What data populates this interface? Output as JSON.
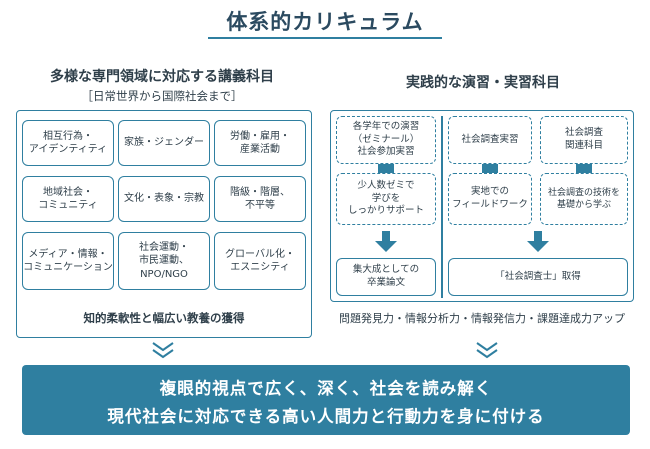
{
  "title": "体系的カリキュラム",
  "left": {
    "heading": "多様な専門領域に対応する講義科目",
    "subheading": "［日常世界から国際社会まで］",
    "cells": [
      "相互行為・\nアイデンティティ",
      "家族・ジェンダー",
      "労働・雇用・\n産業活動",
      "地域社会・\nコミュニティ",
      "文化・表象・宗教",
      "階級・階層、\n不平等",
      "メディア・情報・\nコミュニケーション",
      "社会運動・\n市民運動、\nNPO/NGO",
      "グローバル化・\nエスニシティ"
    ],
    "footer": "知的柔軟性と幅広い教養の獲得"
  },
  "right": {
    "heading": "実践的な演習・実習科目",
    "boxes": {
      "seminar_all": "各学年での演習\n（ゼミナール）\n社会参加実習",
      "small_seminar": "少人数ゼミで\n学びを\nしっかりサポート",
      "thesis": "集大成としての\n卒業論文",
      "survey_practice": "社会調査実習",
      "survey_related": "社会調査\n関連科目",
      "fieldwork": "実地での\nフィールドワーク",
      "survey_skills": "社会調査の技術を\n基礎から学ぶ",
      "certification": "「社会調査士」取得"
    },
    "footer": "問題発見力・情報分析力・情報発信力・課題達成力アップ"
  },
  "banner": {
    "line1": "複眼的視点で広く、深く、社会を読み解く",
    "line2": "現代社会に対応できる高い人間力と行動力を身に付ける"
  },
  "colors": {
    "accent": "#2f7fa0",
    "text": "#2f3f4a",
    "banner_text": "#ffffff"
  },
  "icons": [
    "down-chevron-icon",
    "down-arrow-icon"
  ]
}
